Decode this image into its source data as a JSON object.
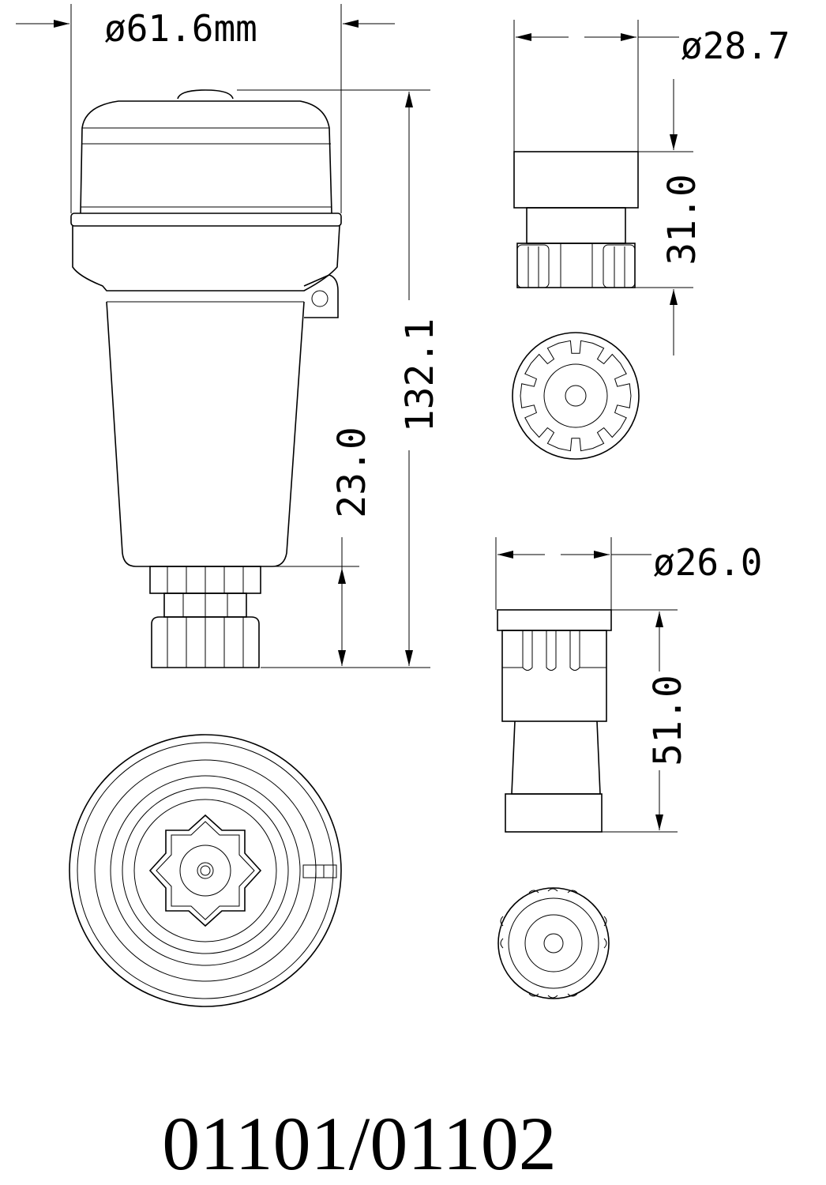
{
  "dimensions": {
    "main_diameter": "ø61.6mm",
    "top_part_diameter": "ø28.7",
    "top_part_height": "31.0",
    "main_height": "132.1",
    "main_bottom_height": "23.0",
    "lower_part_diameter": "ø26.0",
    "lower_part_height": "51.0"
  },
  "model_number": "01101/01102"
}
